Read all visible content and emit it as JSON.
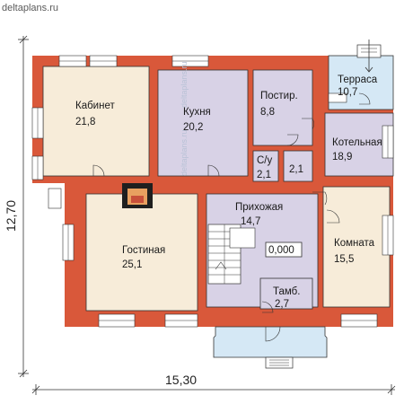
{
  "site": "deltaplans.ru",
  "dimensions": {
    "width": "15,30",
    "height": "12,70"
  },
  "rooms": {
    "kabinet": {
      "name": "Кабинет",
      "area": "21,8"
    },
    "kukhnya": {
      "name": "Кухня",
      "area": "20,2"
    },
    "postir": {
      "name": "Постир.",
      "area": "8,8"
    },
    "terrasa": {
      "name": "Терраса",
      "area": "10,7"
    },
    "kotelnaya": {
      "name": "Котельная",
      "area": "18,9"
    },
    "su": {
      "name": "С/у",
      "area": "2,1"
    },
    "hall2": {
      "area": "2,1"
    },
    "prikhozhaya": {
      "name": "Прихожая",
      "area": "14,7"
    },
    "gostinaya": {
      "name": "Гостиная",
      "area": "25,1"
    },
    "komnata": {
      "name": "Комната",
      "area": "15,5"
    },
    "tamb": {
      "name": "Тамб.",
      "area": "2,7"
    }
  },
  "level_mark": "0,000",
  "watermark": "deltaplans.ru",
  "colors": {
    "wall": "#d9583a",
    "lilac": "#d8d2e6",
    "cream": "#f7ecd9",
    "blue": "#d5e8f5",
    "line": "#333333"
  }
}
